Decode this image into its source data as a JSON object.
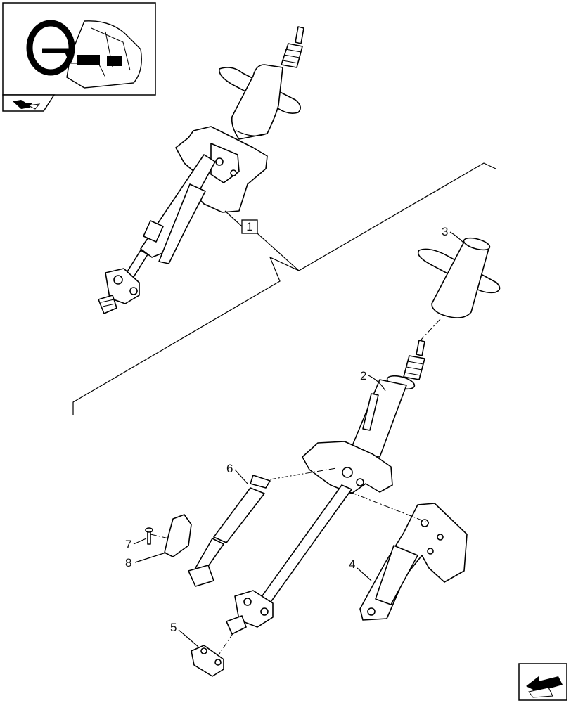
{
  "callouts": {
    "c1": "1",
    "c2": "2",
    "c3": "3",
    "c4": "4",
    "c5": "5",
    "c6": "6",
    "c7": "7",
    "c8": "8"
  },
  "icons": {
    "thumbnail": "steering-wheel-cab-thumbnail",
    "section_symbol": "section-arrow-icon",
    "nav": "previous-page-arrow-icon"
  }
}
